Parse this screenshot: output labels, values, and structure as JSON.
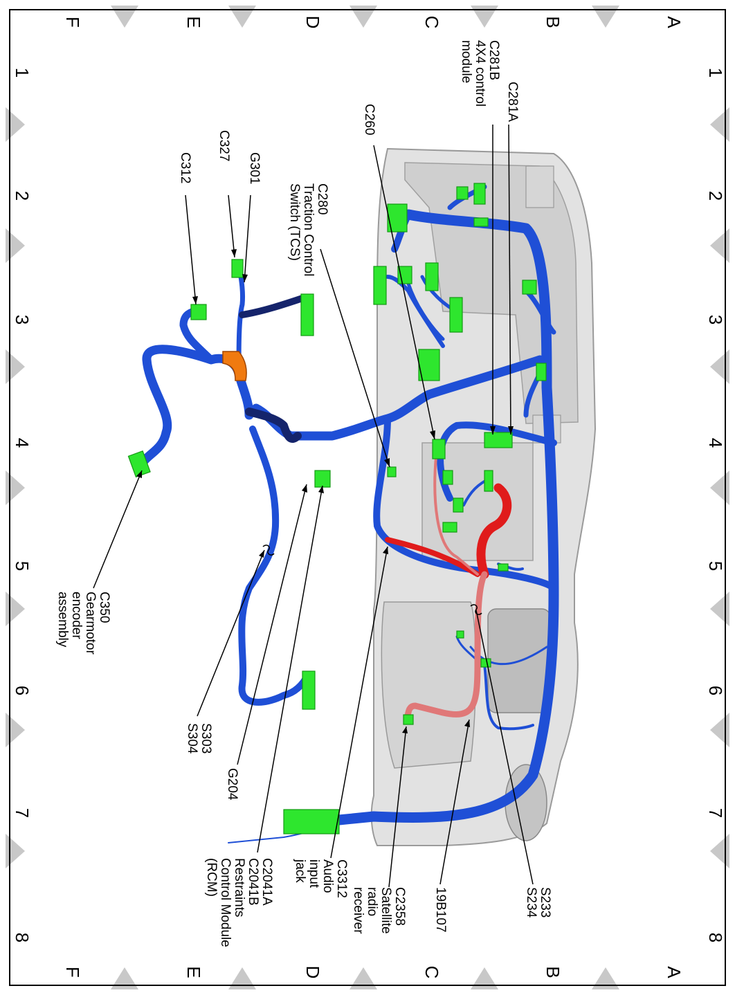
{
  "grid": {
    "row_letters": [
      "A",
      "B",
      "C",
      "D",
      "E",
      "F"
    ],
    "col_numbers": [
      "1",
      "2",
      "3",
      "4",
      "5",
      "6",
      "7",
      "8"
    ]
  },
  "labels": {
    "c281b_4x4": [
      "C281B",
      "4X4 control",
      "module"
    ],
    "c281a": [
      "C281A"
    ],
    "c260": [
      "C260"
    ],
    "c280_tcs": [
      "C280",
      "Traction Control",
      "Switch (TCS)"
    ],
    "c327": [
      "C327"
    ],
    "g301": [
      "G301"
    ],
    "c312": [
      "C312"
    ],
    "c350": [
      "C350",
      "Gearmotor",
      "encoder",
      "assembly"
    ],
    "s303_s304": [
      "S303",
      "S304"
    ],
    "g204": [
      "G204"
    ],
    "c2041_rcm": [
      "C2041A",
      "C2041B",
      "Restraints",
      "Control Module",
      "(RCM)"
    ],
    "c3312": [
      "C3312",
      "Audio",
      "input",
      "jack"
    ],
    "c2358": [
      "C2358",
      "Satellite",
      "radio",
      "receiver"
    ],
    "part_19b107": [
      "19B107"
    ],
    "s233_s234": [
      "S233",
      "S234"
    ]
  },
  "colors": {
    "harness_blue": "#1f4fd6",
    "harness_dark": "#15246b",
    "harness_red": "#e01b1b",
    "harness_pink": "#e07878",
    "connector_green": "#2ee62e",
    "elbow_orange": "#f07a10",
    "marker_gray": "#c8c8c8",
    "panel_gray": "#d9d9d9"
  }
}
